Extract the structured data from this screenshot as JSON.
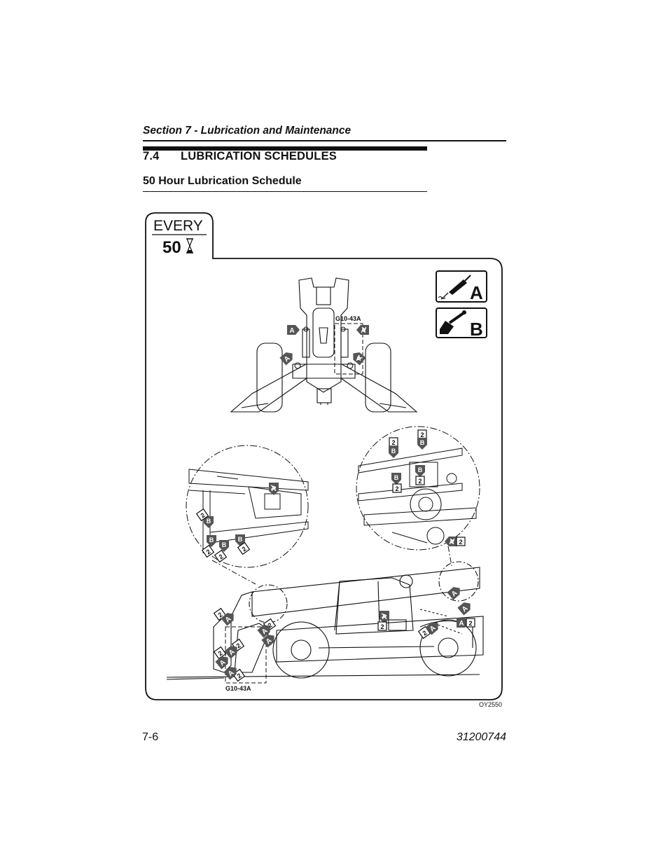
{
  "header": {
    "section_title": "Section 7 - Lubrication and Maintenance"
  },
  "heading": {
    "number": "7.4",
    "title": "LUBRICATION SCHEDULES",
    "subtitle": "50 Hour Lubrication Schedule"
  },
  "interval": {
    "every_label": "EVERY",
    "hours": "50",
    "hours_icon": "hourglass-icon"
  },
  "legend": [
    {
      "letter": "A",
      "icon": "grease-gun-icon"
    },
    {
      "letter": "B",
      "icon": "brush-oil-icon"
    }
  ],
  "figure": {
    "part_labels": {
      "top": "G10-43A",
      "bottom": "G10-43A"
    },
    "code": "OY2550",
    "callout_letters": {
      "grease": "A",
      "brush": "B"
    },
    "callout_quantity": "2"
  },
  "footer": {
    "page_number": "7-6",
    "doc_number": "31200744"
  }
}
